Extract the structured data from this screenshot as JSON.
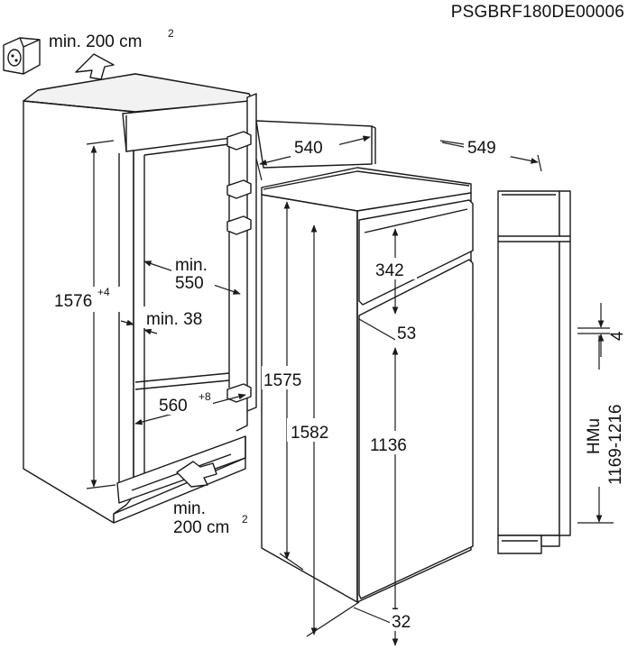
{
  "drawing_code": "PSGBRF180DE00006",
  "ventilation_top": {
    "text": "min. 200 cm",
    "sup": "2"
  },
  "ventilation_bottom": {
    "line1": "min.",
    "line2": "200 cm",
    "sup": "2"
  },
  "niche": {
    "height": "1576",
    "height_tol": "+4",
    "depth_label1": "min.",
    "depth_label2": "550",
    "side_label": "min. 38",
    "width": "560",
    "width_tol": "+8"
  },
  "appliance": {
    "depth": "540",
    "total_depth": "549",
    "height_body": "1575",
    "height_total": "1582",
    "freezer_door": "342",
    "gap": "53",
    "fridge_door": "1136",
    "bottom": "32"
  },
  "door_detail": {
    "gap": "4",
    "hmu_label": "HMu",
    "hmu_range": "1169-1216"
  },
  "colors": {
    "line": "#1a1a1a",
    "background": "#ffffff"
  }
}
